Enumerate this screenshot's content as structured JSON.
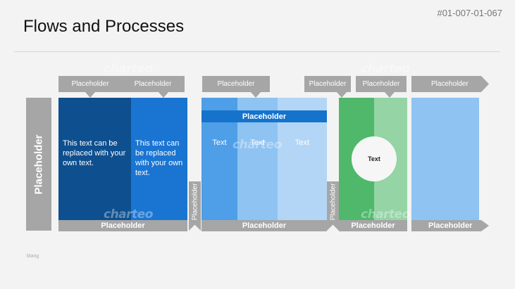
{
  "header": {
    "title": "Flows and Processes",
    "code": "#01-007-01-067"
  },
  "footer": {
    "text": "blang"
  },
  "diagram": {
    "left_label": "Placeholder",
    "watermark": "charteo",
    "block1": {
      "top_tabs": [
        "Placeholder",
        "Placeholder"
      ],
      "texts": [
        "This text can be replaced with your own text.",
        "This text can be replaced with your own text."
      ],
      "bottom": "Placeholder"
    },
    "sep1": "Placeholder",
    "block2": {
      "top_tab": "Placeholder",
      "banner": "Placeholder",
      "texts": [
        "Text",
        "Text",
        "Text"
      ],
      "bottom": "Placeholder"
    },
    "sep2": "Placeholder",
    "block3": {
      "top_tabs": [
        "Placeholder",
        "Placeholder"
      ],
      "circle": "Text",
      "bottom": "Placeholder"
    },
    "block4": {
      "top_tab": "Placeholder",
      "bottom": "Placeholder"
    },
    "colors": {
      "dark_blue": "#0e4f8f",
      "blue": "#1a75d2",
      "mid_blue": "#4e9ee8",
      "light_blue": "#8ec3f2",
      "pale_blue": "#b3d6f7",
      "green": "#4fb86b",
      "light_green": "#94d4a5",
      "gray": "#a6a6a6",
      "banner_blue": "#1673cc"
    }
  }
}
